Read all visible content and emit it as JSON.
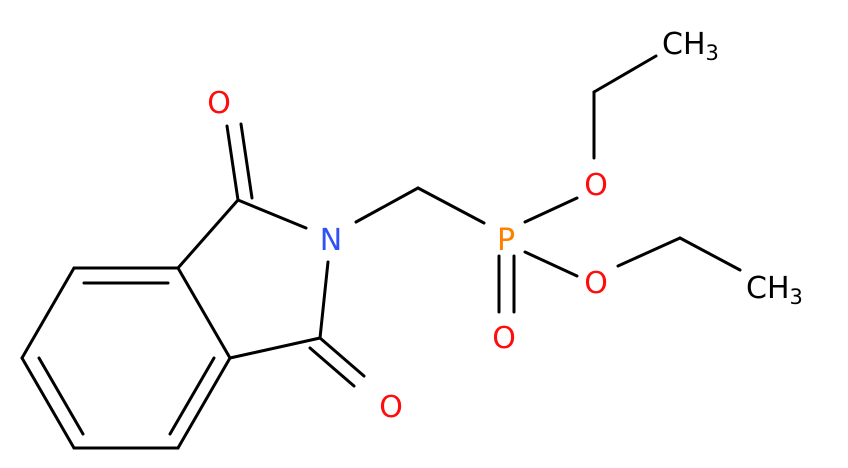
{
  "molecule": {
    "colors": {
      "bond": "#000000",
      "oxygen": "#ff0d0d",
      "nitrogen": "#3050f8",
      "phosphorus": "#ff8000",
      "carbon": "#000000"
    },
    "labels": {
      "o_top": "O",
      "o_bottom": "O",
      "nitrogen": "N",
      "phosphorus": "P",
      "o_upper_ester": "O",
      "o_lower_ester": "O",
      "o_phosphoryl": "O",
      "ch3_top_main": "CH",
      "ch3_top_sub": "3",
      "ch3_bottom_main": "CH",
      "ch3_bottom_sub": "3"
    }
  }
}
